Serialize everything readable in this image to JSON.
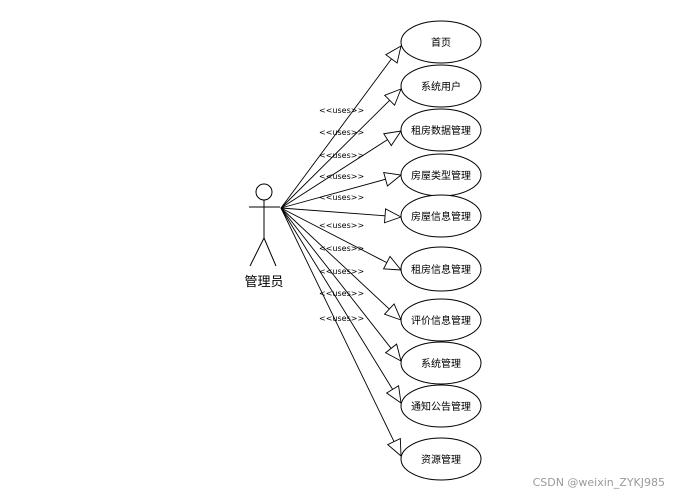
{
  "actor": {
    "name": "管理员"
  },
  "stereotype": "<<uses>>",
  "use_cases": [
    {
      "label": "首页"
    },
    {
      "label": "系统用户"
    },
    {
      "label": "租房数据管理"
    },
    {
      "label": "房屋类型管理"
    },
    {
      "label": "房屋信息管理"
    },
    {
      "label": "租房信息管理"
    },
    {
      "label": "评价信息管理"
    },
    {
      "label": "系统管理"
    },
    {
      "label": "通知公告管理"
    },
    {
      "label": "资源管理"
    }
  ],
  "watermark": "CSDN @weixin_ZYKJ985"
}
